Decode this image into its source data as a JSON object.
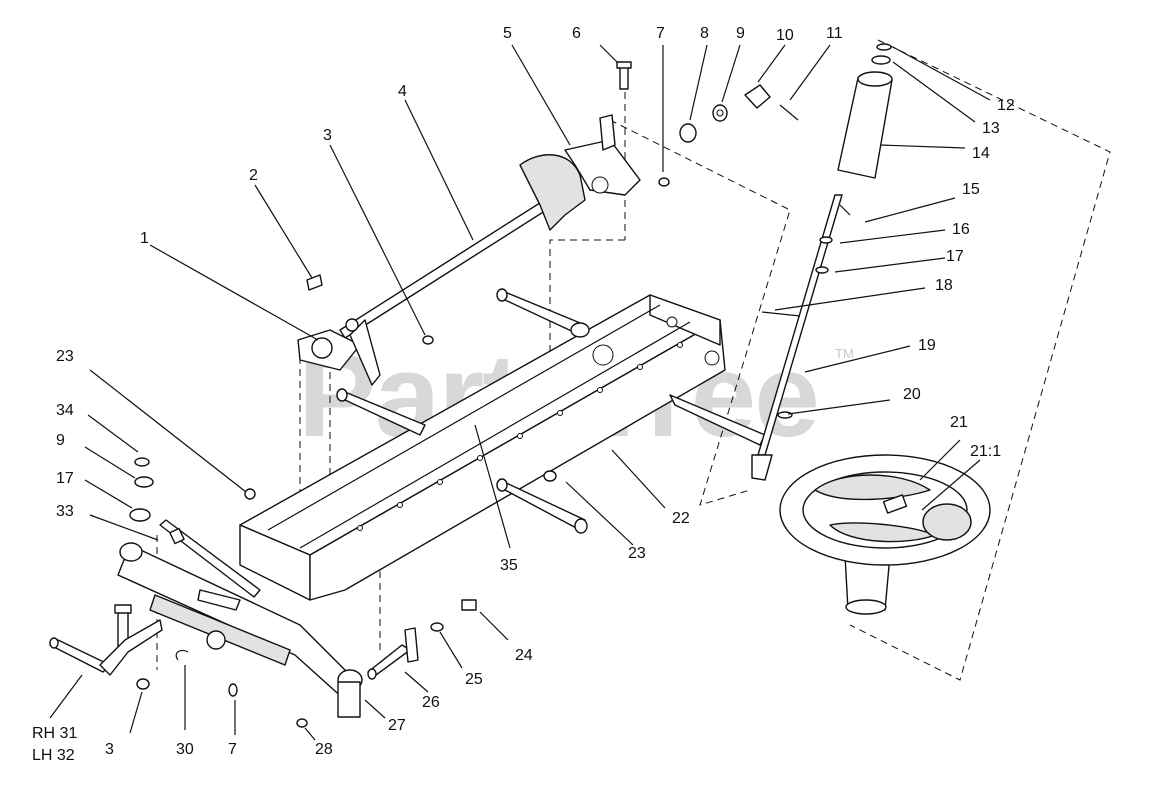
{
  "watermark": {
    "text": "PartsTree",
    "trademark": "TM"
  },
  "callouts": [
    {
      "id": "c1",
      "label": "1"
    },
    {
      "id": "c2",
      "label": "2"
    },
    {
      "id": "c3a",
      "label": "3"
    },
    {
      "id": "c4",
      "label": "4"
    },
    {
      "id": "c5",
      "label": "5"
    },
    {
      "id": "c6",
      "label": "6"
    },
    {
      "id": "c7a",
      "label": "7"
    },
    {
      "id": "c8",
      "label": "8"
    },
    {
      "id": "c9a",
      "label": "9"
    },
    {
      "id": "c10",
      "label": "10"
    },
    {
      "id": "c11",
      "label": "11"
    },
    {
      "id": "c12",
      "label": "12"
    },
    {
      "id": "c13",
      "label": "13"
    },
    {
      "id": "c14",
      "label": "14"
    },
    {
      "id": "c15",
      "label": "15"
    },
    {
      "id": "c16",
      "label": "16"
    },
    {
      "id": "c17a",
      "label": "17"
    },
    {
      "id": "c18",
      "label": "18"
    },
    {
      "id": "c19",
      "label": "19"
    },
    {
      "id": "c20",
      "label": "20"
    },
    {
      "id": "c21",
      "label": "21"
    },
    {
      "id": "c211",
      "label": "21:1"
    },
    {
      "id": "c22",
      "label": "22"
    },
    {
      "id": "c23a",
      "label": "23"
    },
    {
      "id": "c23b",
      "label": "23"
    },
    {
      "id": "c24",
      "label": "24"
    },
    {
      "id": "c25",
      "label": "25"
    },
    {
      "id": "c26",
      "label": "26"
    },
    {
      "id": "c27",
      "label": "27"
    },
    {
      "id": "c28",
      "label": "28"
    },
    {
      "id": "c30",
      "label": "30"
    },
    {
      "id": "c7b",
      "label": "7"
    },
    {
      "id": "c3b",
      "label": "3"
    },
    {
      "id": "c33",
      "label": "33"
    },
    {
      "id": "c17b",
      "label": "17"
    },
    {
      "id": "c9b",
      "label": "9"
    },
    {
      "id": "c34",
      "label": "34"
    },
    {
      "id": "c35",
      "label": "35"
    },
    {
      "id": "c31",
      "label": "RH 31"
    },
    {
      "id": "c32",
      "label": "LH 32"
    }
  ]
}
